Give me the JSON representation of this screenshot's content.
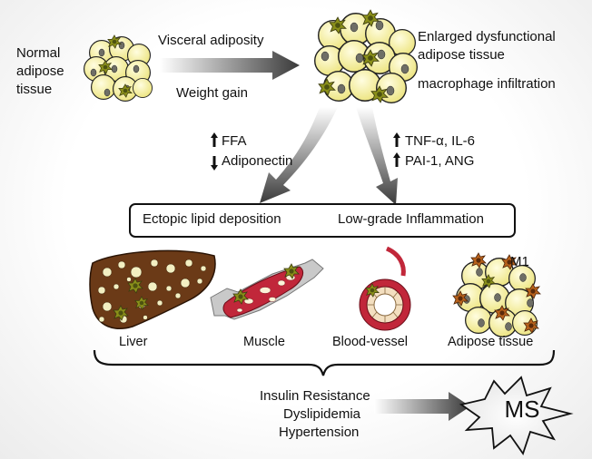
{
  "labels": {
    "normal_tissue": [
      "Normal",
      "adipose",
      "tissue"
    ],
    "visceral_adiposity": "Visceral adiposity",
    "weight_gain": "Weight gain",
    "enlarged_tissue": [
      "Enlarged dysfunctional",
      "adipose tissue"
    ],
    "macrophage_infiltration": "macrophage infiltration",
    "ffa": "FFA",
    "adiponectin": "Adiponectin",
    "tnf_il6": "TNF-α, IL-6",
    "pai_ang": "PAI-1, ANG",
    "ectopic": "Ectopic lipid deposition",
    "inflammation": "Low-grade Inflammation",
    "liver": "Liver",
    "muscle": "Muscle",
    "blood_vessel": "Blood-vessel",
    "adipose_tissue": "Adipose tissue",
    "m1": "M1",
    "outcomes": [
      "Insulin Resistance",
      "Dyslipidemia",
      "Hypertension"
    ],
    "ms": "MS"
  },
  "colors": {
    "adipocyte": "#f7f2a8",
    "nucleus": "#6e6e66",
    "macrophage": "#8a8f1a",
    "macrophage_m1": "#b8621c",
    "liver": "#6b3a17",
    "vessel": "#c1273a",
    "arrow_dark": "#444444"
  }
}
